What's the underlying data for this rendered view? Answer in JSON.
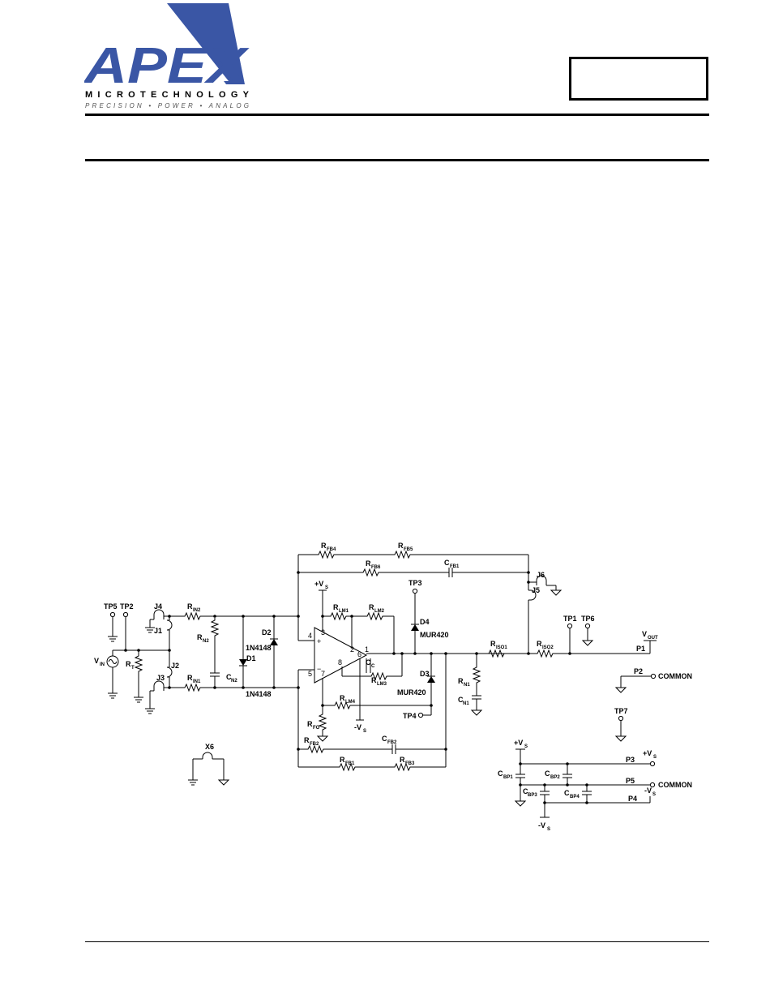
{
  "header": {
    "logo": {
      "brand": "APEX",
      "name": "MICROTECHNOLOGY",
      "tagline": "PRECISION • POWER • ANALOG",
      "brand_color": "#3a56a5"
    },
    "doc_box_text": ""
  },
  "schematic": {
    "labels": {
      "tp1": "TP1",
      "tp2": "TP2",
      "tp3": "TP3",
      "tp4": "TP4",
      "tp5": "TP5",
      "tp6": "TP6",
      "tp7": "TP7",
      "j1": "J1",
      "j2": "J2",
      "j3": "J3",
      "j4": "J4",
      "j5": "J5",
      "j6": "J6",
      "x6": "X6",
      "d1": "D1",
      "d2": "D2",
      "d3": "D3",
      "d4": "D4",
      "d1_part": "1N4148",
      "d2_part": "1N4148",
      "d3_part": "MUR420",
      "d4_part": "MUR420",
      "p1": "P1",
      "p2": "P2",
      "p3": "P3",
      "p4": "P4",
      "p5": "P5",
      "common1": "COMMON",
      "common2": "COMMON",
      "vin": "V",
      "vin_sub": "IN",
      "vout": "V",
      "vout_sub": "OUT",
      "vs_pos": "+V",
      "vs_neg": "-V",
      "vs_sub": "S",
      "r": "R",
      "c": "C",
      "sub_fb1": "FB1",
      "sub_fb2": "FB2",
      "sub_fb3": "FB3",
      "sub_fb4": "FB4",
      "sub_fb5": "FB5",
      "sub_fb6": "FB6",
      "sub_cfb1": "FB1",
      "sub_cfb2": "FB2",
      "sub_in1": "IN1",
      "sub_in2": "IN2",
      "sub_n1": "N1",
      "sub_n2": "N2",
      "sub_lm1": "LM1",
      "sub_lm2": "LM2",
      "sub_lm3": "LM3",
      "sub_lm4": "LM4",
      "sub_iso1": "ISO1",
      "sub_iso2": "ISO2",
      "sub_fo": "FO",
      "sub_t": "T",
      "sub_c": "C",
      "sub_bp1": "BP1",
      "sub_bp2": "BP2",
      "sub_bp3": "BP3",
      "sub_bp4": "BP4",
      "pin1": "1",
      "pin2": "2",
      "pin3": "3",
      "pin4": "4",
      "pin5": "5",
      "pin6": "6",
      "pin7": "7",
      "pin8": "8",
      "plus": "+",
      "minus": "−"
    }
  }
}
